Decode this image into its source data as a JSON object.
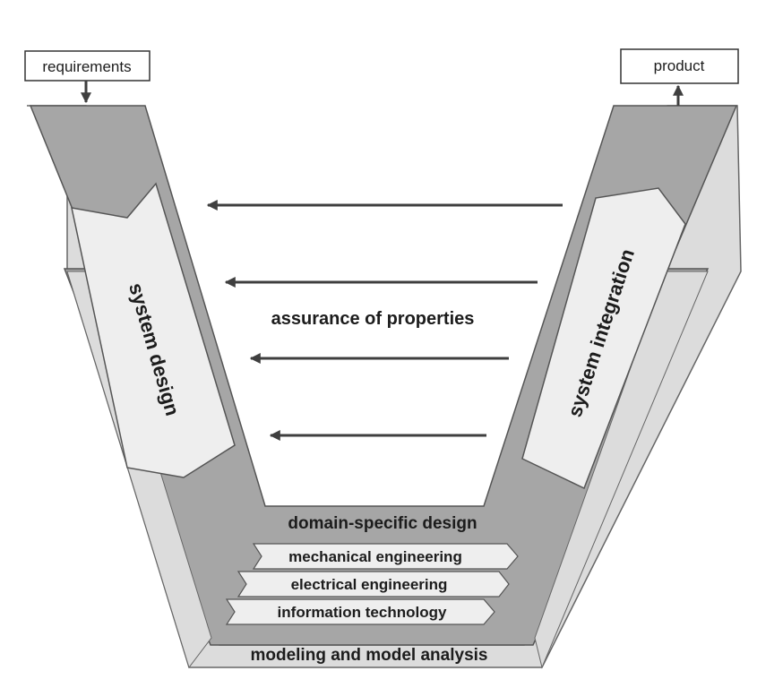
{
  "diagram": {
    "input_box": "requirements",
    "output_box": "product",
    "left_branch": "system design",
    "right_branch": "system integration",
    "center_label": "assurance of properties",
    "bottom_section": "domain-specific design",
    "domains": [
      "mechanical engineering",
      "electrical engineering",
      "information technology"
    ],
    "base_label": "modeling and model analysis",
    "colors": {
      "dark_band": "#a6a6a6",
      "light_band": "#dcdcdc",
      "arrow_panel": "#eeeeee",
      "arrow_line": "#3f3f3f",
      "text": "#1c1c1c"
    }
  }
}
